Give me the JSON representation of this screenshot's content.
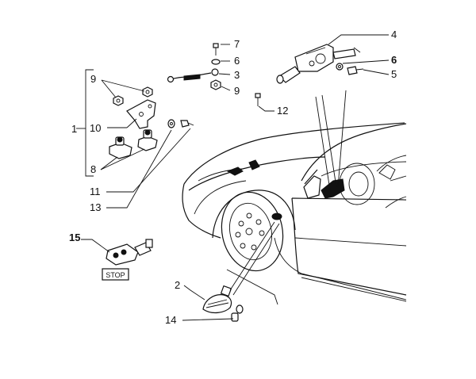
{
  "labels": {
    "l1": "1",
    "l2": "2",
    "l3": "3",
    "l4": "4",
    "l5": "5",
    "l6a": "6",
    "l6b": "6",
    "l7": "7",
    "l8": "8",
    "l9a": "9",
    "l9b": "9",
    "l10": "10",
    "l11": "11",
    "l12": "12",
    "l13": "13",
    "l14": "14",
    "l15": "15"
  },
  "stop_tag": "STOP"
}
